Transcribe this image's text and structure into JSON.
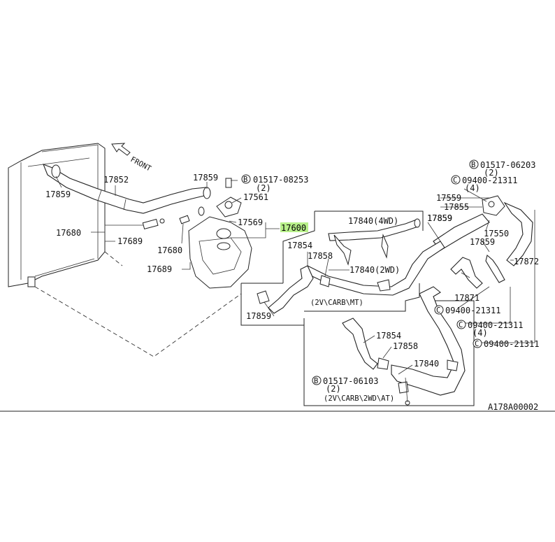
{
  "front_label": "FRONT",
  "diagram_code": "A178A00002",
  "highlight_color": "#b8f08a",
  "callouts": {
    "p17852": "17852",
    "p17859_tl": "17859",
    "p17859_top": "17859",
    "bolt_08253": "01517-08253",
    "bolt_08253_qty": "(2)",
    "p17561": "17561",
    "p17569": "17569",
    "p17600": "17600",
    "p17680_left": "17680",
    "p17689_left": "17689",
    "p17680_mid": "17680",
    "p17689_low": "17689",
    "p17840_4wd": "17840(4WD)",
    "p17854_a": "17854",
    "p17858_a": "17858",
    "p17840_2wd": "17840(2WD)",
    "p17859_mid": "17859",
    "note_2v_mt": "(2V\\CARB\\MT)",
    "p17859_low": "17859",
    "bolt_06203": "01517-06203",
    "bolt_06203_qty": "(2)",
    "clamp_21311_a": "09400-21311",
    "clamp_21311_a_qty": "(4)",
    "p17559": "17559",
    "p17855": "17855",
    "p17859_r1": "17859",
    "p17550": "17550",
    "p17859_r2": "17859",
    "p17872": "17872",
    "p17871": "17871",
    "clamp_21311_b": "09400-21311",
    "clamp_21311_c": "09400-21311",
    "clamp_21311_c_qty": "(4)",
    "clamp_21311_d": "09400-21311",
    "p17854_b": "17854",
    "p17858_b": "17858",
    "p17840_b": "17840",
    "bolt_06103": "01517-06103",
    "bolt_06103_qty": "(2)",
    "note_2v_at": "(2V\\CARB\\2WD\\AT)"
  },
  "bolt_marker": "B",
  "clamp_marker": "C"
}
